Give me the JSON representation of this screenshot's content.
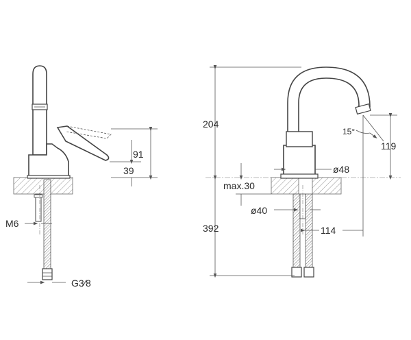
{
  "left_view": {
    "dims": {
      "handle_height": "91",
      "spout_base_height": "39",
      "thread_m": "M6",
      "hose_thread": "G3⁄8"
    }
  },
  "right_view": {
    "dims": {
      "total_height": "204",
      "spout_height": "119",
      "spout_angle": "15°",
      "body_diameter": "ø48",
      "max_thickness": "max.30",
      "hole_diameter": "ø40",
      "hose_length": "392",
      "reach": "114"
    }
  }
}
